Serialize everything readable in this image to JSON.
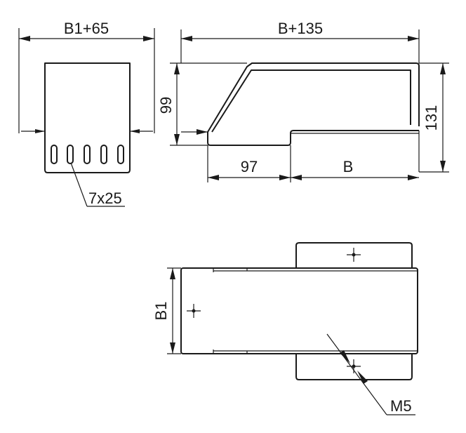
{
  "dimensions": {
    "front_width": "B1+65",
    "side_width": "B+135",
    "side_height_left": "99",
    "side_height_right": "131",
    "offset": "97",
    "base": "B",
    "slots": "7x25",
    "plan_width": "B1",
    "bolt": "M5"
  },
  "colors": {
    "line": "#1a1a1a",
    "background": "#ffffff"
  }
}
